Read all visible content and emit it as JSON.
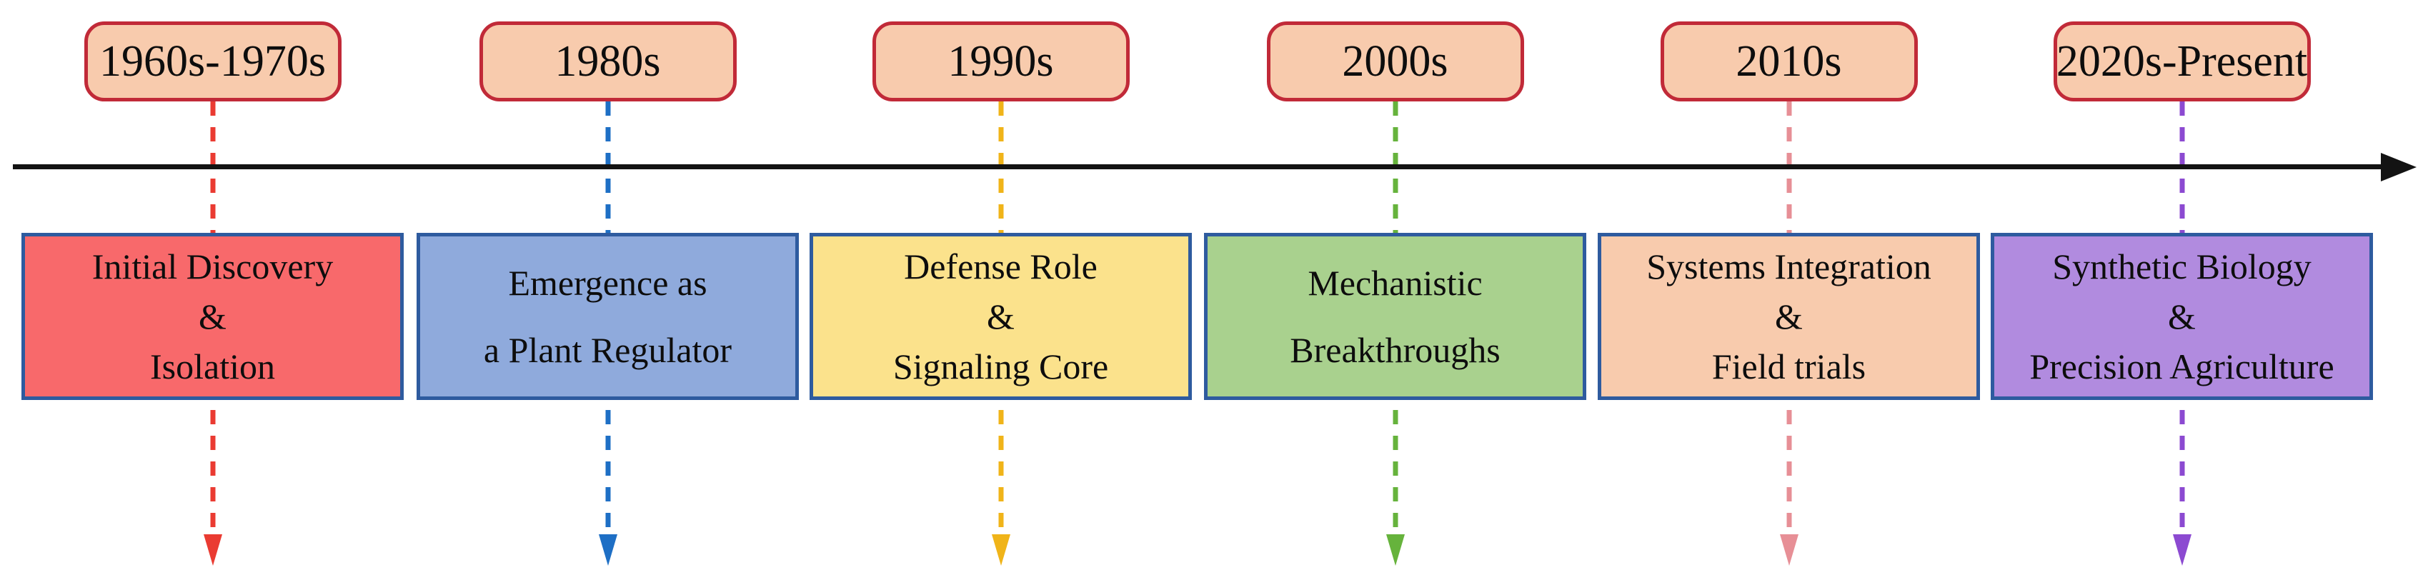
{
  "timeline": {
    "axis_color": "#131313",
    "pill_fill": "#F8CBAD",
    "pill_border": "#C12A38",
    "box_border": "#2E5B9F",
    "eras": [
      {
        "period": "1960s-1970s",
        "lines": [
          "Initial Discovery",
          "&",
          "Isolation"
        ],
        "dash_color": "#EA3B32",
        "box_fill": "#F8696B"
      },
      {
        "period": "1980s",
        "lines": [
          "Emergence as",
          "a Plant Regulator"
        ],
        "dash_color": "#1E6FC5",
        "box_fill": "#8FAADC"
      },
      {
        "period": "1990s",
        "lines": [
          "Defense Role",
          "&",
          "Signaling Core"
        ],
        "dash_color": "#F0B419",
        "box_fill": "#FBE28C"
      },
      {
        "period": "2000s",
        "lines": [
          "Mechanistic",
          "Breakthroughs"
        ],
        "dash_color": "#66B33C",
        "box_fill": "#A9D18E"
      },
      {
        "period": "2010s",
        "lines": [
          "Systems Integration",
          "&",
          "Field trials"
        ],
        "dash_color": "#E78F96",
        "box_fill": "#F8CBAD"
      },
      {
        "period": "2020s-Present",
        "lines": [
          "Synthetic Biology",
          "&",
          "Precision Agriculture"
        ],
        "dash_color": "#8C4AD1",
        "box_fill": "#B18BDF"
      }
    ]
  }
}
